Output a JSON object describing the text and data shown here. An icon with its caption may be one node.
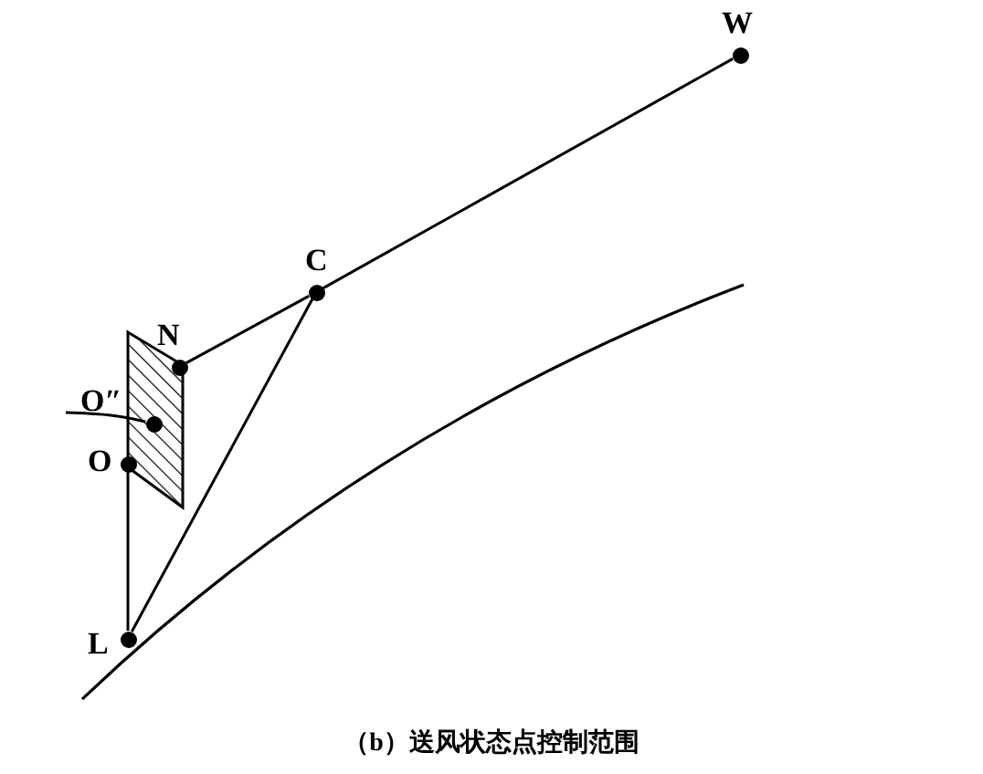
{
  "diagram": {
    "caption": "（b）送风状态点控制范围",
    "nodes": [
      {
        "text": [
          "W"
        ]
      },
      {
        "text": [
          "C"
        ]
      },
      {
        "text": [
          "N"
        ]
      },
      {
        "text": [
          "O″"
        ]
      },
      {
        "text": [],
        "shape": "circle"
      },
      {
        "text": [
          "O"
        ]
      },
      {
        "text": [
          "L"
        ]
      }
    ],
    "edges": [
      {
        "from": 0,
        "to": 1,
        "arrow": "none"
      },
      {
        "from": 1,
        "to": 2,
        "arrow": "none"
      },
      {
        "from": 1,
        "to": 6,
        "arrow": "none"
      },
      {
        "from": 5,
        "to": 6,
        "arrow": "none"
      },
      {
        "from": 3,
        "to": 4,
        "arrow": "none"
      }
    ]
  }
}
